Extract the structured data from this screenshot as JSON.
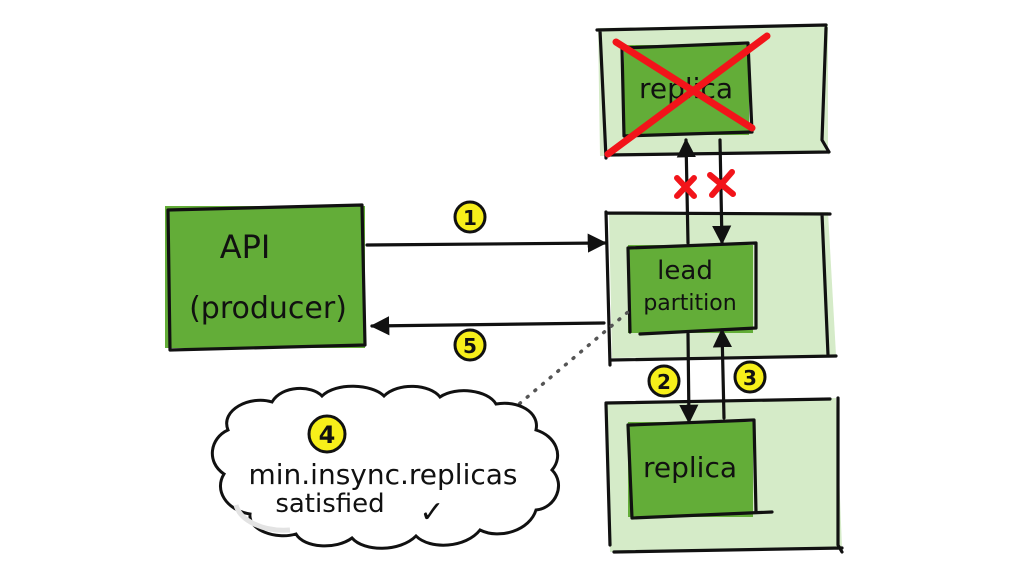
{
  "colors": {
    "broker_fill": "#d5ebc8",
    "component_fill": "#63ad38",
    "ink": "#111111",
    "badge_fill": "#f7ef1a",
    "failure": "#f2141a",
    "cloud_fill": "#ffffff",
    "dotted_line": "#555555"
  },
  "producer": {
    "line1": "API",
    "line2": "(producer)"
  },
  "brokers": {
    "top": {
      "component_label": "replica",
      "status": "failed"
    },
    "middle": {
      "component_label_line1": "lead",
      "component_label_line2": "partition"
    },
    "bottom": {
      "component_label": "replica"
    }
  },
  "steps": [
    {
      "number": "1",
      "description": "produce request from API to lead partition"
    },
    {
      "number": "2",
      "description": "lead partition replicates to replica"
    },
    {
      "number": "3",
      "description": "replica acknowledges to lead partition"
    },
    {
      "number": "4",
      "description": "min.insync.replicas satisfied"
    },
    {
      "number": "5",
      "description": "acknowledgement returned to API"
    }
  ],
  "failure_marks": [
    "x",
    "x"
  ],
  "cloud_note": {
    "line1": "min.insync.replicas",
    "line2": "satisfied",
    "check": "✓"
  }
}
